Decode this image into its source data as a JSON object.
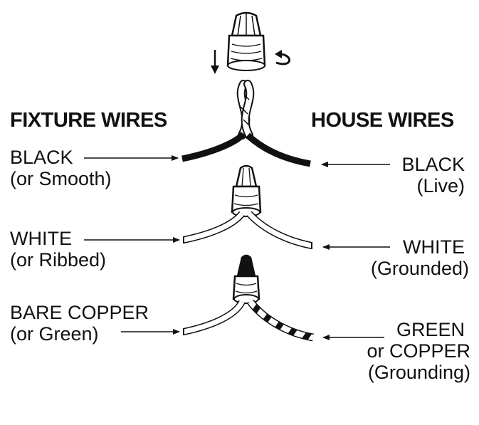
{
  "headers": {
    "fixture": "FIXTURE WIRES",
    "house": "HOUSE WIRES"
  },
  "fixture_wires": [
    {
      "name": "BLACK",
      "alt": "(or Smooth)"
    },
    {
      "name": "WHITE",
      "alt": "(or Ribbed)"
    },
    {
      "name": "BARE COPPER",
      "alt": "(or Green)"
    }
  ],
  "house_wires": [
    {
      "name": "BLACK",
      "alt": "(Live)"
    },
    {
      "name": "WHITE",
      "alt": "(Grounded)"
    },
    {
      "name": "GREEN",
      "alt": "or COPPER",
      "alt2": "(Grounding)"
    }
  ],
  "colors": {
    "ink": "#111111",
    "wire_white": "#ffffff",
    "wire_black": "#111111"
  },
  "icons": {
    "down_arrow": "arrow-down-icon",
    "twist_arrow": "rotate-clockwise-icon",
    "connector": "wire-nut-icon"
  }
}
